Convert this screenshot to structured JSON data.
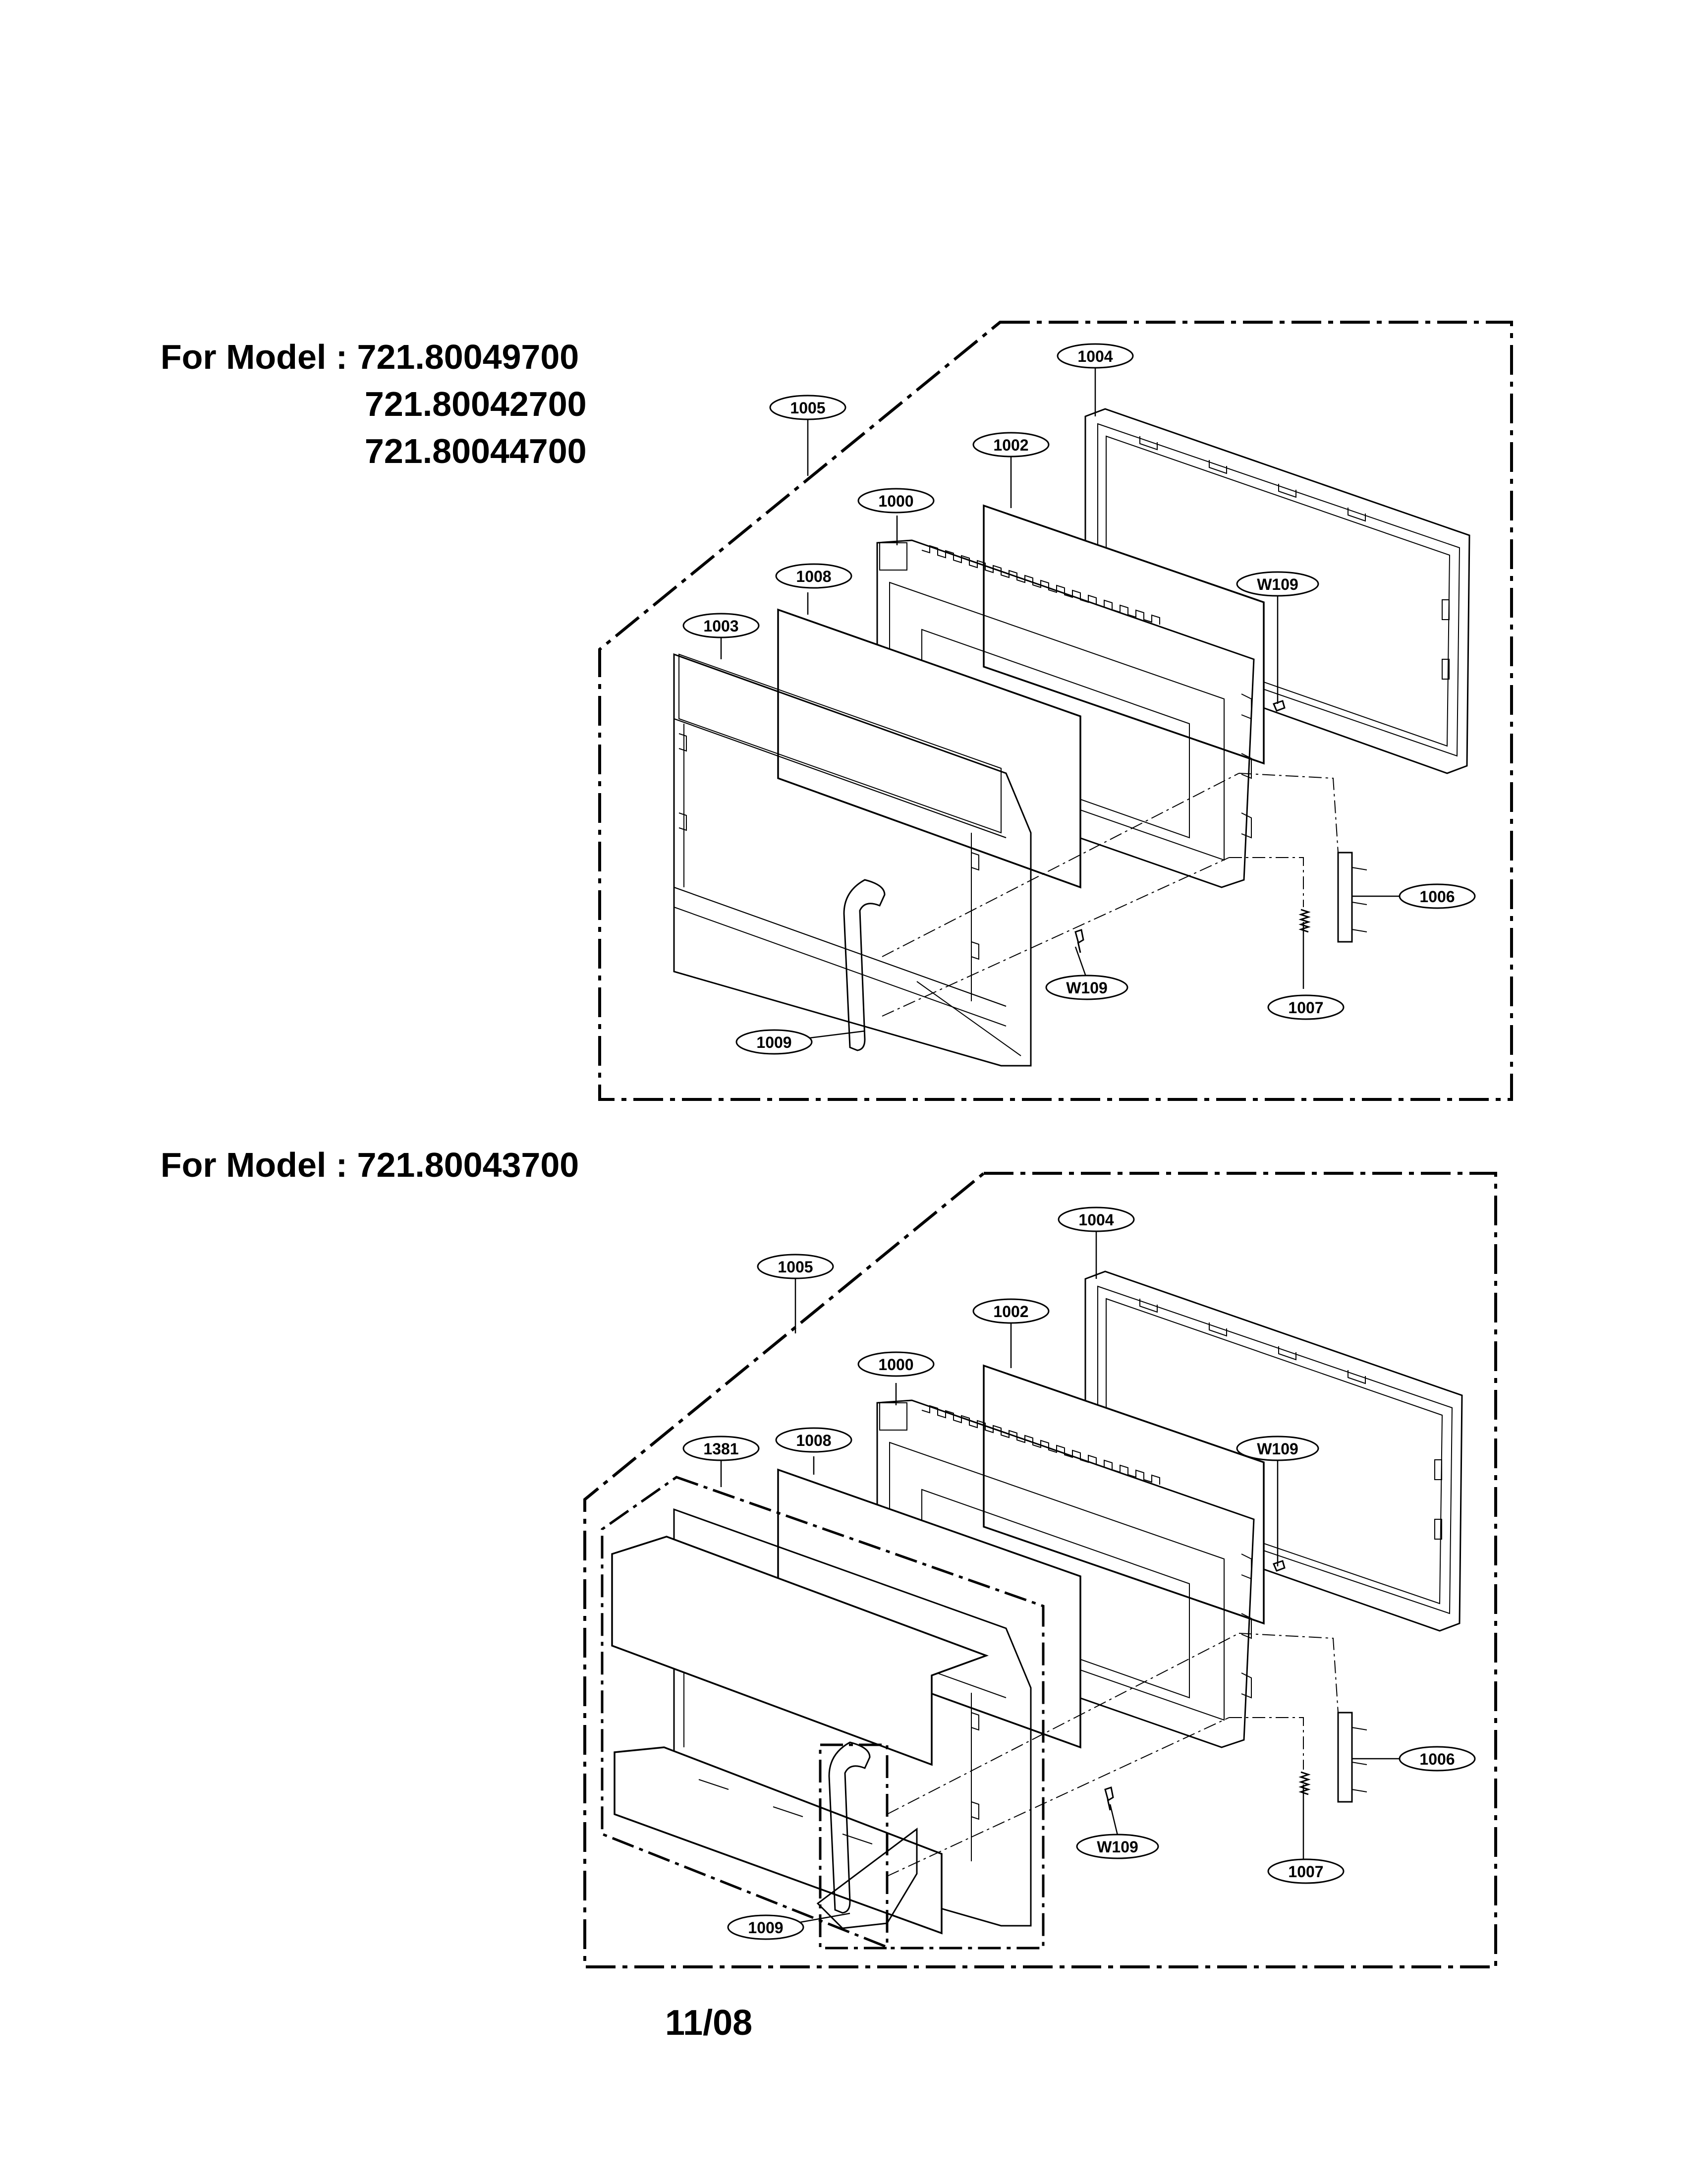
{
  "header": {
    "model_prefix_top": "For Model : ",
    "models_top": [
      "721.80049700",
      "721.80042700",
      "721.80044700"
    ],
    "model_prefix_bottom": "For Model : ",
    "models_bottom": [
      "721.80043700"
    ]
  },
  "footer": {
    "date": "11/08"
  },
  "diagram_top": {
    "callouts": [
      "1004",
      "1005",
      "1002",
      "1000",
      "1008",
      "1003",
      "W109",
      "1006",
      "W109",
      "1007",
      "1009"
    ]
  },
  "diagram_bottom": {
    "callouts": [
      "1004",
      "1005",
      "1002",
      "1000",
      "W109",
      "1381",
      "1008",
      "1006",
      "W109",
      "1007",
      "1009"
    ]
  }
}
